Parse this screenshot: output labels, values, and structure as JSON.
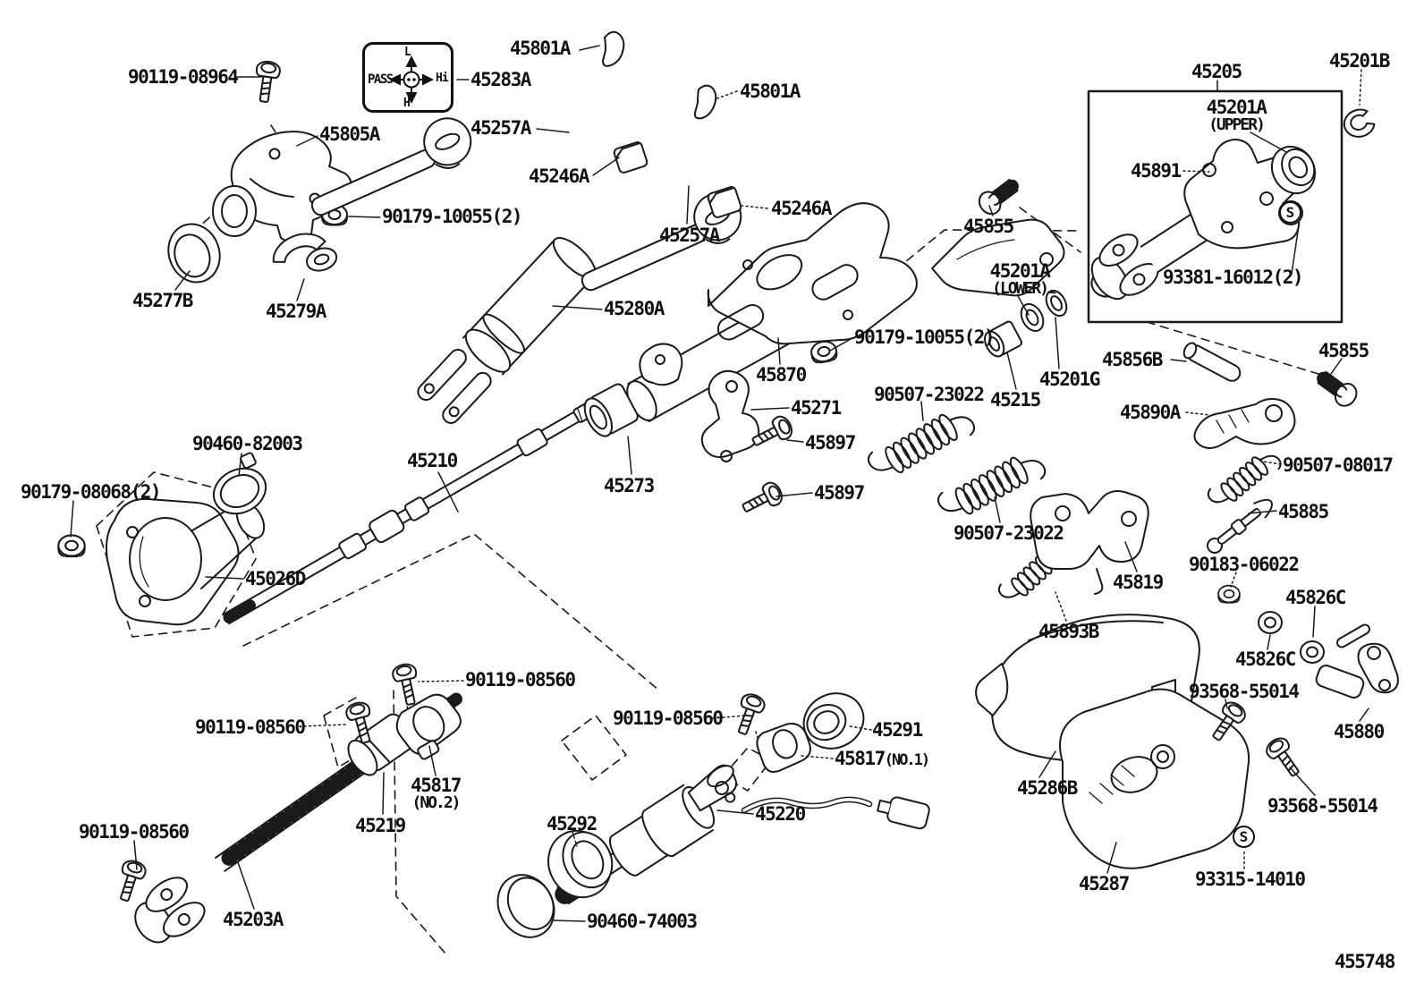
{
  "diagram": {
    "drawing_number": "455748",
    "background": "#ffffff",
    "line_color": "#1a1a1a",
    "pass_box": {
      "left": "PASS",
      "top": "L",
      "bottom": "H",
      "right": "Hi"
    },
    "symbols": {
      "s_mark": "S"
    },
    "labels": {
      "b90119_08964": {
        "text": "90119-08964"
      },
      "b45805A": {
        "text": "45805A"
      },
      "b45277B": {
        "text": "45277B"
      },
      "b45279A": {
        "text": "45279A"
      },
      "b90179_10055_a": {
        "text": "90179-10055(2)"
      },
      "b45283A": {
        "text": "45283A"
      },
      "b45801A_a": {
        "text": "45801A"
      },
      "b45801A_b": {
        "text": "45801A"
      },
      "b45257A_a": {
        "text": "45257A"
      },
      "b45246A_a": {
        "text": "45246A"
      },
      "b45246A_b": {
        "text": "45246A"
      },
      "b45257A_b": {
        "text": "45257A"
      },
      "b45280A": {
        "text": "45280A"
      },
      "b45870": {
        "text": "45870"
      },
      "b90179_10055_b": {
        "text": "90179-10055(2)"
      },
      "b45271": {
        "text": "45271"
      },
      "b45897_a": {
        "text": "45897"
      },
      "b45897_b": {
        "text": "45897"
      },
      "b45273": {
        "text": "45273"
      },
      "b45210": {
        "text": "45210"
      },
      "b90460_82003": {
        "text": "90460-82003"
      },
      "b90179_08068": {
        "text": "90179-08068(2)"
      },
      "b45026D": {
        "text": "45026D"
      },
      "b45205": {
        "text": "45205"
      },
      "b45201B": {
        "text": "45201B"
      },
      "b45201A_upper": {
        "text": "45201A",
        "sub": "(UPPER)"
      },
      "b45891": {
        "text": "45891"
      },
      "b93381_16012": {
        "text": "93381-16012(2)"
      },
      "b45855_a": {
        "text": "45855"
      },
      "b45201A_lower": {
        "text": "45201A",
        "sub": "(LOWER)"
      },
      "b45215": {
        "text": "45215"
      },
      "b45201G": {
        "text": "45201G"
      },
      "b45856B": {
        "text": "45856B"
      },
      "b45855_b": {
        "text": "45855"
      },
      "b45890A": {
        "text": "45890A"
      },
      "b90507_23022_a": {
        "text": "90507-23022"
      },
      "b90507_23022_b": {
        "text": "90507-23022"
      },
      "b90507_08017": {
        "text": "90507-08017"
      },
      "b45885": {
        "text": "45885"
      },
      "b45819": {
        "text": "45819"
      },
      "b90183_06022": {
        "text": "90183-06022"
      },
      "b45826C_a": {
        "text": "45826C"
      },
      "b45826C_b": {
        "text": "45826C"
      },
      "b45893B": {
        "text": "45893B"
      },
      "b93568_55014_a": {
        "text": "93568-55014"
      },
      "b45880": {
        "text": "45880"
      },
      "b45286B": {
        "text": "45286B"
      },
      "b93568_55014_b": {
        "text": "93568-55014"
      },
      "b45287": {
        "text": "45287"
      },
      "b93315_14010": {
        "text": "93315-14010"
      },
      "b455748": {
        "text": "455748"
      },
      "b90119_08560_a": {
        "text": "90119-08560"
      },
      "b90119_08560_b": {
        "text": "90119-08560"
      },
      "b90119_08560_c": {
        "text": "90119-08560"
      },
      "b90119_08560_d": {
        "text": "90119-08560"
      },
      "b45817_no2": {
        "text": "45817",
        "sub": "(NO.2)"
      },
      "b45219": {
        "text": "45219"
      },
      "b45203A": {
        "text": "45203A"
      },
      "b45291": {
        "text": "45291"
      },
      "b45817_no1": {
        "text": "45817",
        "sub": "(NO.1)"
      },
      "b45220": {
        "text": "45220"
      },
      "b45292": {
        "text": "45292"
      },
      "b90460_74003": {
        "text": "90460-74003"
      }
    }
  }
}
